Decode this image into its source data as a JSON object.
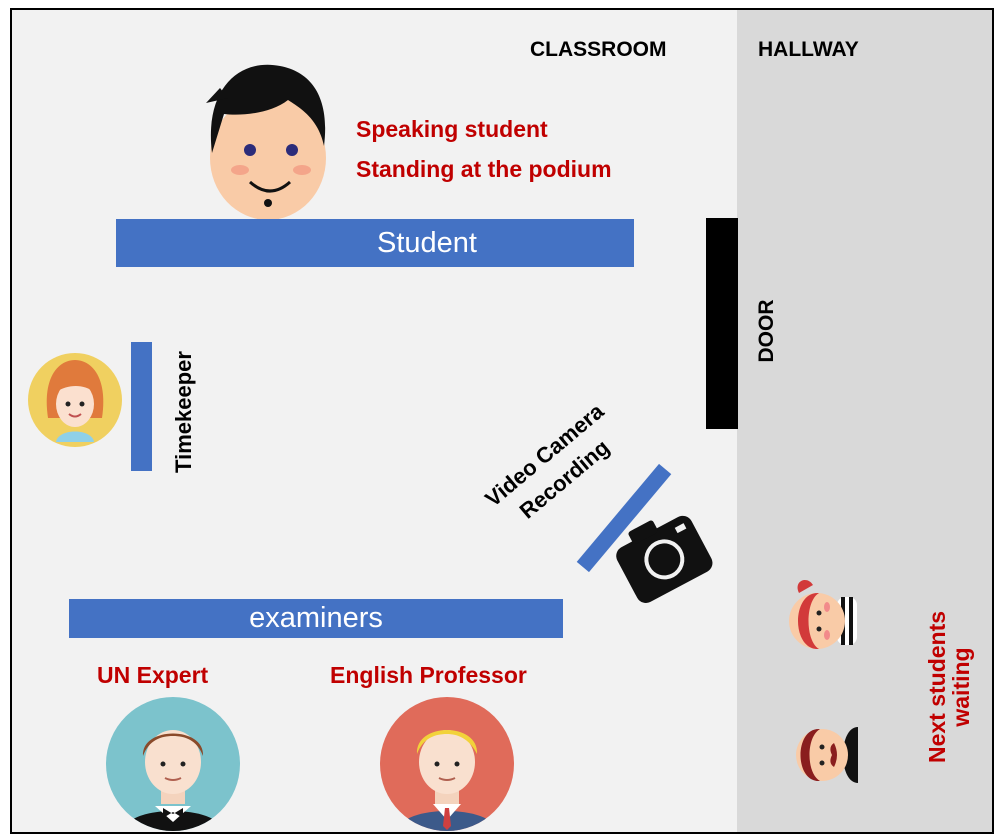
{
  "rooms": {
    "classroom": "CLASSROOM",
    "hallway": "HALLWAY",
    "door": "DOOR"
  },
  "speaker": {
    "line1": "Speaking student",
    "line2": "Standing at the podium",
    "podium_label": "Student"
  },
  "timekeeper": {
    "label": "Timekeeper"
  },
  "camera": {
    "line1": "Video Camera",
    "line2": "Recording"
  },
  "examiners": {
    "table_label": "examiners",
    "left": "UN Expert",
    "right": "English Professor"
  },
  "hallway_note": {
    "line1": "Next students",
    "line2": "waiting"
  },
  "colors": {
    "blue": "#4472c4",
    "red_text": "#c00000",
    "classroom_bg": "#f2f2f2",
    "hallway_bg": "#d9d9d9"
  }
}
